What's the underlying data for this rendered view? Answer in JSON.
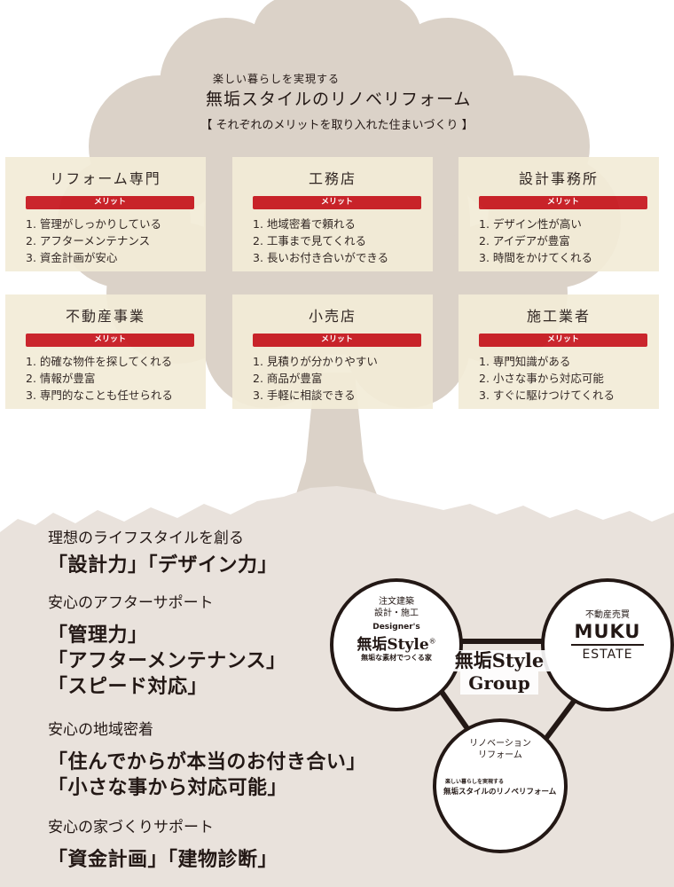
{
  "header": {
    "tagline": "楽しい暮らしを実現する",
    "title": "無垢スタイルのリノベリフォーム",
    "subtitle": "【 それぞれのメリットを取り入れた住まいづくり 】"
  },
  "cards": [
    {
      "name": "リフォーム専門",
      "badge": "メリット",
      "items": [
        "1. 管理がしっかりしている",
        "2. アフターメンテナンス",
        "3. 資金計画が安心"
      ]
    },
    {
      "name": "工務店",
      "badge": "メリット",
      "items": [
        "1. 地域密着で頼れる",
        "2. 工事まで見てくれる",
        "3. 長いお付き合いができる"
      ]
    },
    {
      "name": "設計事務所",
      "badge": "メリット",
      "items": [
        "1. デザイン性が高い",
        "2. アイデアが豊富",
        "3. 時間をかけてくれる"
      ]
    },
    {
      "name": "不動産事業",
      "badge": "メリット",
      "items": [
        "1. 的確な物件を探してくれる",
        "2. 情報が豊富",
        "3. 専門的なことも任せられる"
      ]
    },
    {
      "name": "小売店",
      "badge": "メリット",
      "items": [
        "1. 見積りが分かりやすい",
        "2. 商品が豊富",
        "3. 手軽に相談できる"
      ]
    },
    {
      "name": "施工業者",
      "badge": "メリット",
      "items": [
        "1. 専門知識がある",
        "2. 小さな事から対応可能",
        "3. すぐに駆けつけてくれる"
      ]
    }
  ],
  "points": [
    {
      "title": "理想のライフスタイルを創る",
      "lines": [
        "「設計力」「デザイン力」"
      ]
    },
    {
      "title": "安心のアフターサポート",
      "lines": [
        "「管理力」",
        "「アフターメンテナンス」",
        "「スピード対応」"
      ]
    },
    {
      "title": "安心の地域密着",
      "lines": [
        "「住んでからが本当のお付き合い」",
        "「小さな事から対応可能」"
      ]
    },
    {
      "title": "安心の家づくりサポート",
      "lines": [
        "「資金計画」「建物診断」"
      ]
    }
  ],
  "group": {
    "center_line1": "無垢Style",
    "center_line2": "Group",
    "left": {
      "label1": "注文建築",
      "label2": "設計・施工",
      "brand_small": "Designer's",
      "brand": "無垢Style",
      "reg": "®",
      "sub": "無垢な素材でつくる家"
    },
    "right": {
      "label": "不動産売買",
      "brand1": "MUKU",
      "brand2": "ESTATE"
    },
    "bottom": {
      "label1": "リノベーション",
      "label2": "リフォーム",
      "tag": "楽しい暮らしを実現する",
      "brand": "無垢スタイルのリノベリフォーム"
    }
  },
  "colors": {
    "tree": "#dbd2c8",
    "ground": "#e9e2dc",
    "card": "#f3ecd8",
    "badge": "#c7161e",
    "text": "#231815"
  }
}
